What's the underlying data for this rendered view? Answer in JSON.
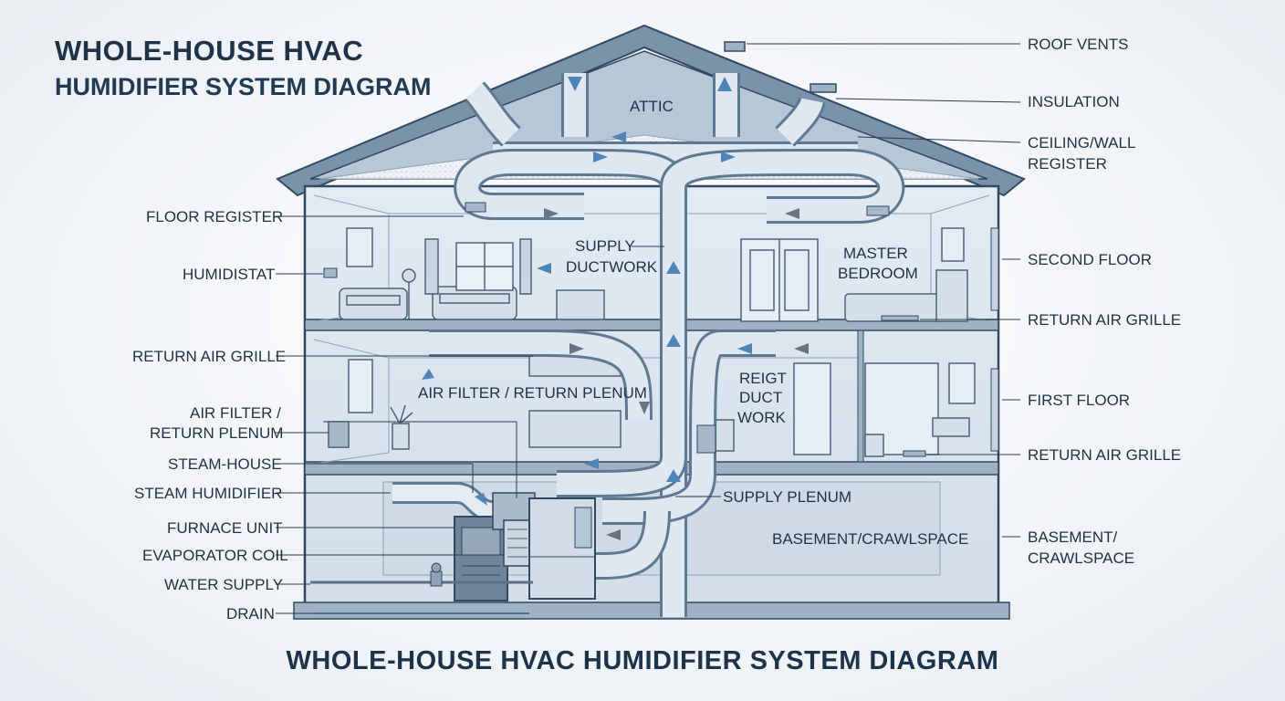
{
  "title": "WHOLE-HOUSE HVAC",
  "subtitle": "HUMIDIFIER SYSTEM DIAGRAM",
  "bottom_title": "WHOLE-HOUSE HVAC HUMIDIFIER SYSTEM DIAGRAM",
  "colors": {
    "outline": "#33495f",
    "wall_fill": "#dbe5ef",
    "roof_fill": "#7a92aa",
    "attic_fill": "#b7c7d7",
    "accent_arrow": "#4f86b8"
  },
  "labels_left": {
    "floor_register": "FLOOR REGISTER",
    "humidistat": "HUMIDISTAT",
    "return_air_grille": "RETURN AIR GRILLE",
    "air_filter_1": "AIR FILTER /",
    "air_filter_2": "RETURN PLENUM",
    "steam_house": "STEAM-HOUSE",
    "steam_humidifier": "STEAM HUMIDIFIER",
    "furnace_unit": "FURNACE UNIT",
    "evaporator_coil": "EVAPORATOR COIL",
    "water_supply": "WATER SUPPLY",
    "drain": "DRAIN"
  },
  "labels_right": {
    "roof_vents": "ROOF VENTS",
    "insulation": "INSULATION",
    "ceiling_wall_1": "CEILING/WALL",
    "ceiling_wall_2": "REGISTER",
    "second_floor": "SECOND FLOOR",
    "return_air_grille_2": "RETURN AIR GRILLE",
    "first_floor": "FIRST FLOOR",
    "return_air_grille_1": "RETURN AIR GRILLE",
    "basement_1": "BASEMENT/",
    "basement_2": "CRAWLSPACE"
  },
  "labels_inside": {
    "attic": "ATTIC",
    "supply_ductwork_1": "SUPPLY",
    "supply_ductwork_2": "DUCTWORK",
    "master_bedroom_1": "MASTER",
    "master_bedroom_2": "BEDROOM",
    "air_filter_return_plenum": "AIR FILTER / RETURN PLENUM",
    "return_duct_1": "REIGT",
    "return_duct_2": "DUCT",
    "return_duct_3": "WORK",
    "supply_plenum": "SUPPLY PLENUM",
    "basement_crawlspace": "BASEMENT/CRAWLSPACE"
  }
}
